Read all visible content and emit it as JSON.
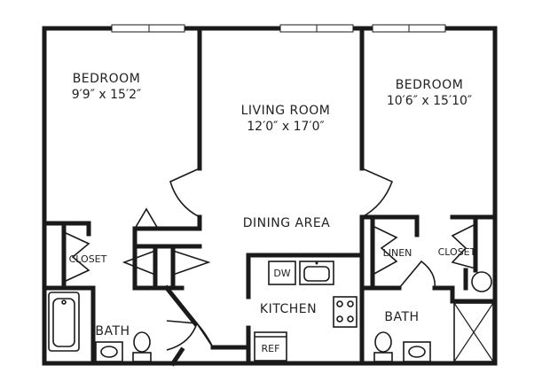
{
  "rooms": {
    "bedroom_left": {
      "name": "BEDROOM",
      "dims": "9′9″ x 15′2″"
    },
    "living_room": {
      "name": "LIVING ROOM",
      "dims": "12′0″ x 17′0″"
    },
    "bedroom_right": {
      "name": "BEDROOM",
      "dims": "10′6″ x 15′10″"
    },
    "dining": {
      "name": "DINING AREA"
    },
    "kitchen": {
      "name": "KITCHEN"
    },
    "closet_left": {
      "name": "CLOSET"
    },
    "linen": {
      "name": "LINEN"
    },
    "closet_right": {
      "name": "CLOSET"
    },
    "bath_left": {
      "name": "BATH"
    },
    "bath_right": {
      "name": "BATH"
    }
  },
  "appliances": {
    "dishwasher": "DW",
    "refrigerator": "REF"
  }
}
